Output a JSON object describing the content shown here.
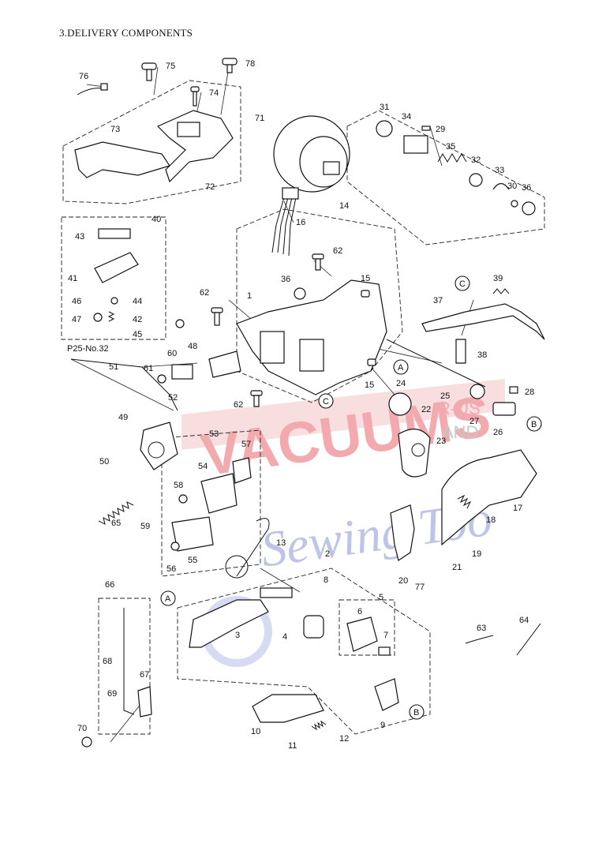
{
  "page_title": "3.DELIVERY COMPONENTS",
  "cross_reference": "P25-No.32",
  "callout_letters": [
    "A",
    "B",
    "C"
  ],
  "watermark": {
    "line1": "VACUUMS",
    "line2": "Sewing Too",
    "small1": "R-US",
    "small2": "AND",
    "color_red": "#e0323a",
    "color_blue": "#3a4fb0"
  },
  "part_numbers": [
    "1",
    "2",
    "3",
    "4",
    "5",
    "6",
    "7",
    "8",
    "9",
    "10",
    "11",
    "12",
    "13",
    "14",
    "15",
    "16",
    "17",
    "18",
    "19",
    "20",
    "21",
    "22",
    "23",
    "24",
    "25",
    "26",
    "27",
    "28",
    "29",
    "30",
    "31",
    "32",
    "33",
    "34",
    "35",
    "36",
    "37",
    "38",
    "39",
    "40",
    "41",
    "42",
    "43",
    "44",
    "45",
    "46",
    "47",
    "48",
    "49",
    "50",
    "51",
    "52",
    "53",
    "54",
    "55",
    "56",
    "57",
    "58",
    "59",
    "60",
    "61",
    "62",
    "63",
    "64",
    "65",
    "66",
    "67",
    "68",
    "69",
    "70",
    "71",
    "72",
    "73",
    "74",
    "75",
    "76",
    "77",
    "78"
  ]
}
